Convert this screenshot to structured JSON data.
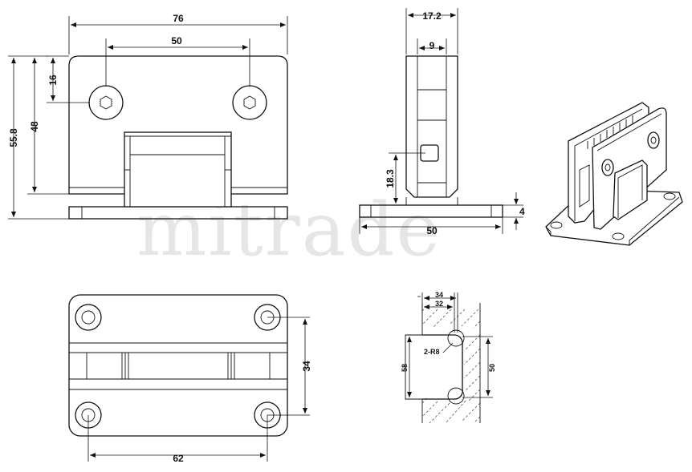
{
  "watermark": "mitrade",
  "front_view": {
    "width": "76",
    "hole_spacing": "50",
    "top_offset": "16",
    "total_height": "55.8",
    "plate_height": "48"
  },
  "side_view": {
    "width": "17.2",
    "gap": "9",
    "screw_height": "18.3",
    "base_width": "50",
    "base_thickness": "4"
  },
  "bottom_view": {
    "hole_spacing_vertical": "34",
    "hole_spacing_horizontal": "62"
  },
  "cutout_detail": {
    "outer_width": "34",
    "inner_width": "32",
    "radius_label": "2-R8",
    "left_height": "58",
    "right_height": "50"
  }
}
